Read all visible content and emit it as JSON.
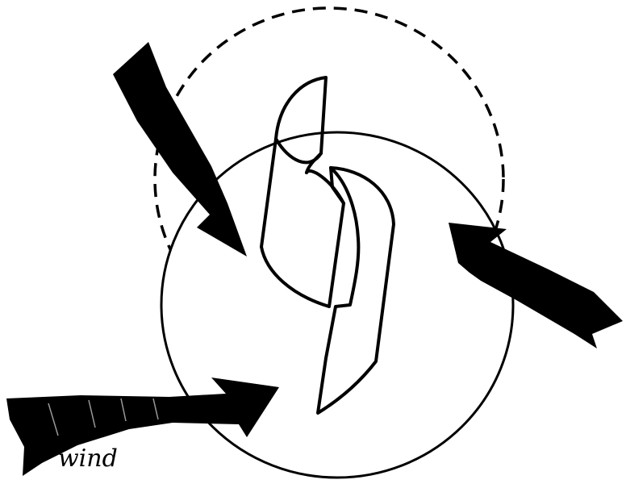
{
  "diagram": {
    "label_wind": "wind",
    "colors": {
      "ink": "#000000",
      "paper": "#ffffff"
    },
    "elements": [
      "dashed-circle",
      "solid-circle",
      "blade-upper",
      "blade-lower",
      "wind-arrow-top-left",
      "wind-arrow-right",
      "wind-arrow-bottom-left"
    ]
  }
}
